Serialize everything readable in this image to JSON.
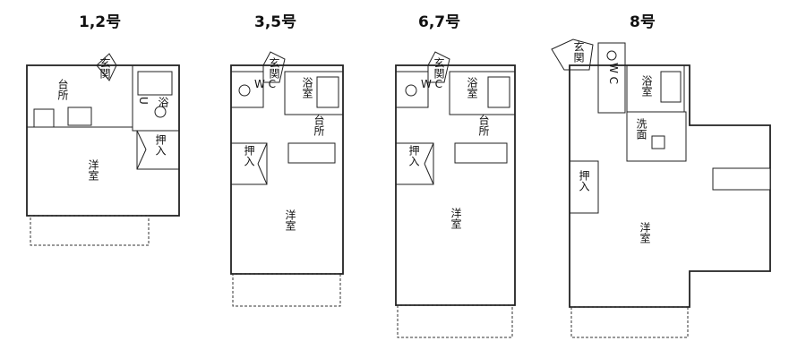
{
  "plans": [
    {
      "title": "1,2号",
      "rooms": {
        "entrance": "玄関",
        "kitchen": "台所",
        "closet": "押入",
        "bath": "浴",
        "utility": "U",
        "western_room": "洋室"
      }
    },
    {
      "title": "3,5号",
      "rooms": {
        "entrance": "玄関",
        "wc": "W C",
        "bath": "浴室",
        "kitchen": "台所",
        "closet": "押入",
        "western_room": "洋室"
      }
    },
    {
      "title": "6,7号",
      "rooms": {
        "entrance": "玄関",
        "wc": "W C",
        "bath": "浴室",
        "kitchen": "台所",
        "closet": "押入",
        "western_room": "洋室"
      }
    },
    {
      "title": "8号",
      "rooms": {
        "entrance": "玄関",
        "wc": "W C",
        "bath": "浴室",
        "washroom": "洗面",
        "closet": "押入",
        "western_room": "洋室"
      }
    }
  ]
}
